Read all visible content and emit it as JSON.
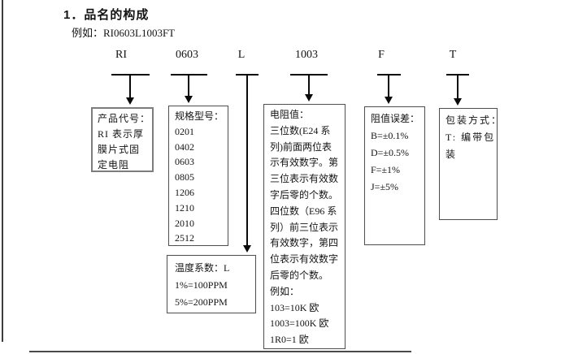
{
  "page": {
    "heading": "1．品名的构成",
    "example": "例如：RI0603L1003FT"
  },
  "colors": {
    "ink": "#141414",
    "box_border": "#4f4f4f",
    "box1_border": "#7d7d7d"
  },
  "codes": [
    "RI",
    "0603",
    "L",
    "1003",
    "F",
    "T"
  ],
  "boxes": {
    "product_code": {
      "lines": [
        "产品代号：",
        "RI 表示厚",
        "膜片式固",
        "定电阻"
      ]
    },
    "spec_model": {
      "lines": [
        "规格型号：",
        "0201",
        "0402",
        "0603",
        "0805",
        "1206",
        "1210",
        "2010",
        "2512"
      ]
    },
    "temp_coefficient": {
      "lines": [
        "温度系数：L",
        "1%=100PPM",
        "5%=200PPM"
      ]
    },
    "resistance_value": {
      "lines": [
        "电阻值：",
        "三位数(E24 系",
        "列)前面两位表",
        "示有效数字。第",
        "三位表示有效数",
        "字后零的个数。",
        "四位数（E96 系",
        "列）前三位表示",
        "有效数字，第四",
        "位表示有效数字",
        "后零的个数。",
        "例如：",
        "103=10K 欧",
        "1003=100K 欧",
        "1R0=1 欧"
      ]
    },
    "tolerance": {
      "lines": [
        "阻值误差：",
        "B=±0.1%",
        "D=±0.5%",
        "F=±1%",
        "J=±5%"
      ]
    },
    "packaging": {
      "lines": [
        "包装方式：",
        "T: 编带包",
        "装"
      ]
    }
  }
}
